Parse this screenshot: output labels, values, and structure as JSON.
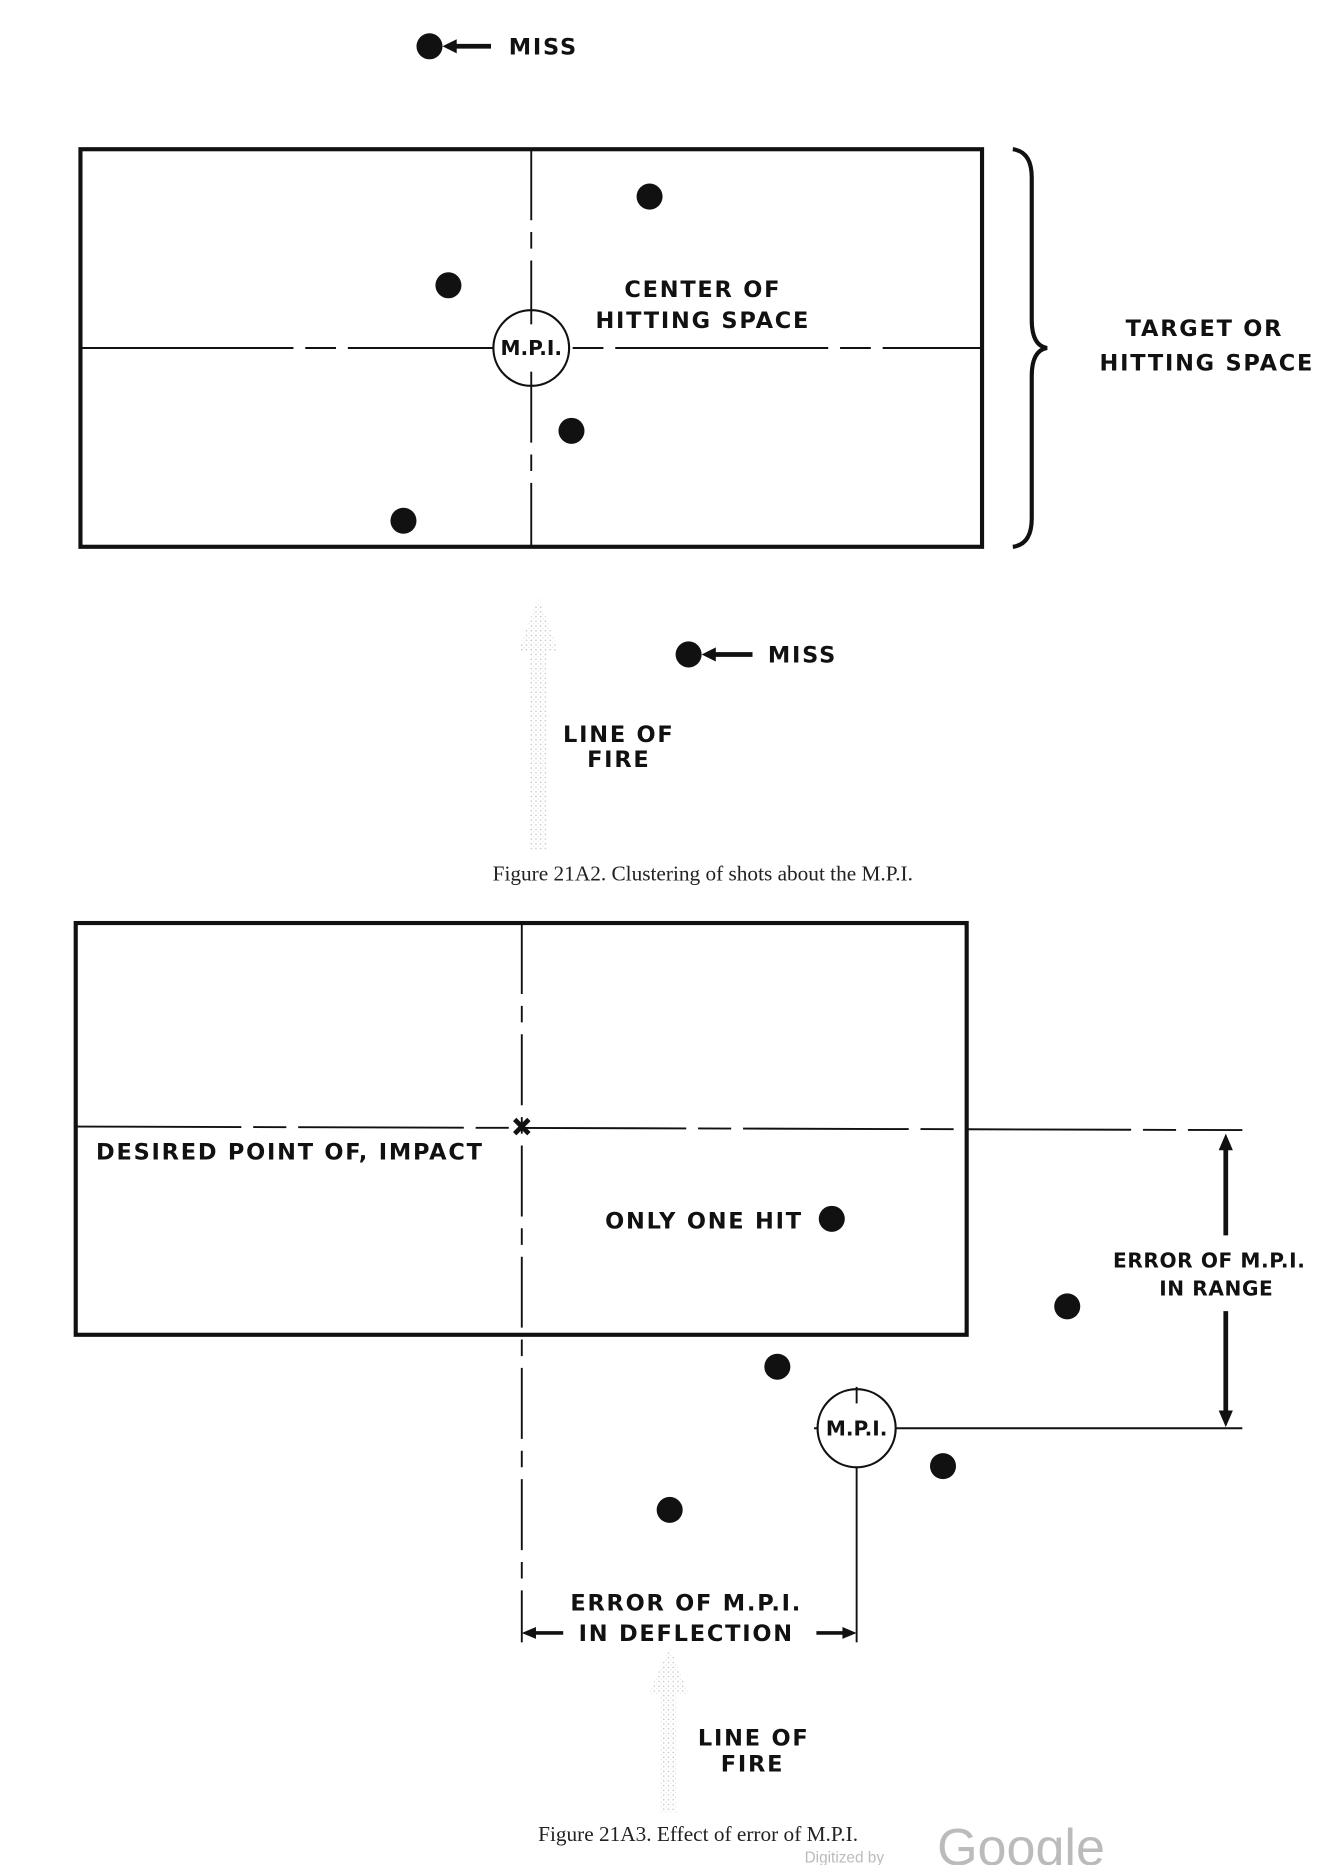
{
  "figure_a": {
    "miss_top": "MISS",
    "center_line1": "CENTER OF",
    "center_line2": "HITTING SPACE",
    "mpi": "M.P.I.",
    "target_line1": "TARGET OR",
    "target_line2": "HITTING SPACE",
    "miss_bottom": "MISS",
    "fire_line1": "LINE OF",
    "fire_line2": "FIRE",
    "caption": "Figure 21A2.  Clustering of shots about the M.P.I."
  },
  "figure_b": {
    "desired": "DESIRED POINT OF, IMPACT",
    "one_hit": "ONLY ONE HIT",
    "range_line1": "ERROR OF M.P.I.",
    "range_line2": "IN RANGE",
    "mpi": "M.P.I.",
    "deflection_line1": "ERROR OF M.P.I.",
    "deflection_line2": "IN DEFLECTION",
    "fire_line1": "LINE OF",
    "fire_line2": "FIRE",
    "caption": "Figure 21A3.  Effect of error of M.P.I."
  },
  "watermark": {
    "prefix": "Digitized by",
    "brand": "Google"
  }
}
